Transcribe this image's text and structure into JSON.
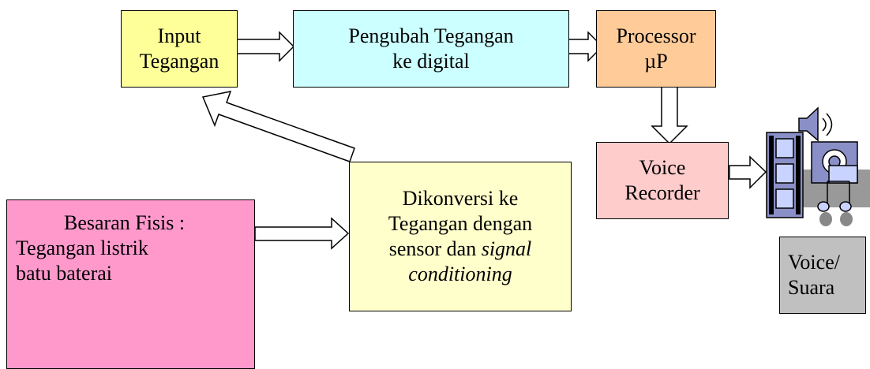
{
  "colors": {
    "input_box": "#FFFF99",
    "converter_box": "#CCFFFF",
    "processor_box": "#FFCC99",
    "recorder_box": "#FFCCCC",
    "conditioning_box": "#FFFFCC",
    "source_box": "#FF99CC",
    "output_box": "#C0C0C0",
    "arrow_fill": "#FFFFFF",
    "stroke": "#000000"
  },
  "blocks": {
    "input": {
      "line1": "Input",
      "line2": "Tegangan"
    },
    "converter": {
      "line1": "Pengubah Tegangan",
      "line2": "ke digital"
    },
    "processor": {
      "line1": "Processor",
      "line2": "µP"
    },
    "recorder": {
      "line1": "Voice",
      "line2": "Recorder"
    },
    "conditioning": {
      "line1": "Dikonversi ke",
      "line2": "Tegangan dengan",
      "line3_plain": "sensor dan ",
      "line3_italic": "signal",
      "line4_italic": "conditioning"
    },
    "source": {
      "line1": "Besaran Fisis :",
      "line2": "Tegangan listrik",
      "line3": "batu baterai"
    },
    "output": {
      "line1": "Voice/",
      "line2": "Suara"
    }
  },
  "icons": {
    "media_clipart": "film-speaker-camera-music-icon"
  }
}
